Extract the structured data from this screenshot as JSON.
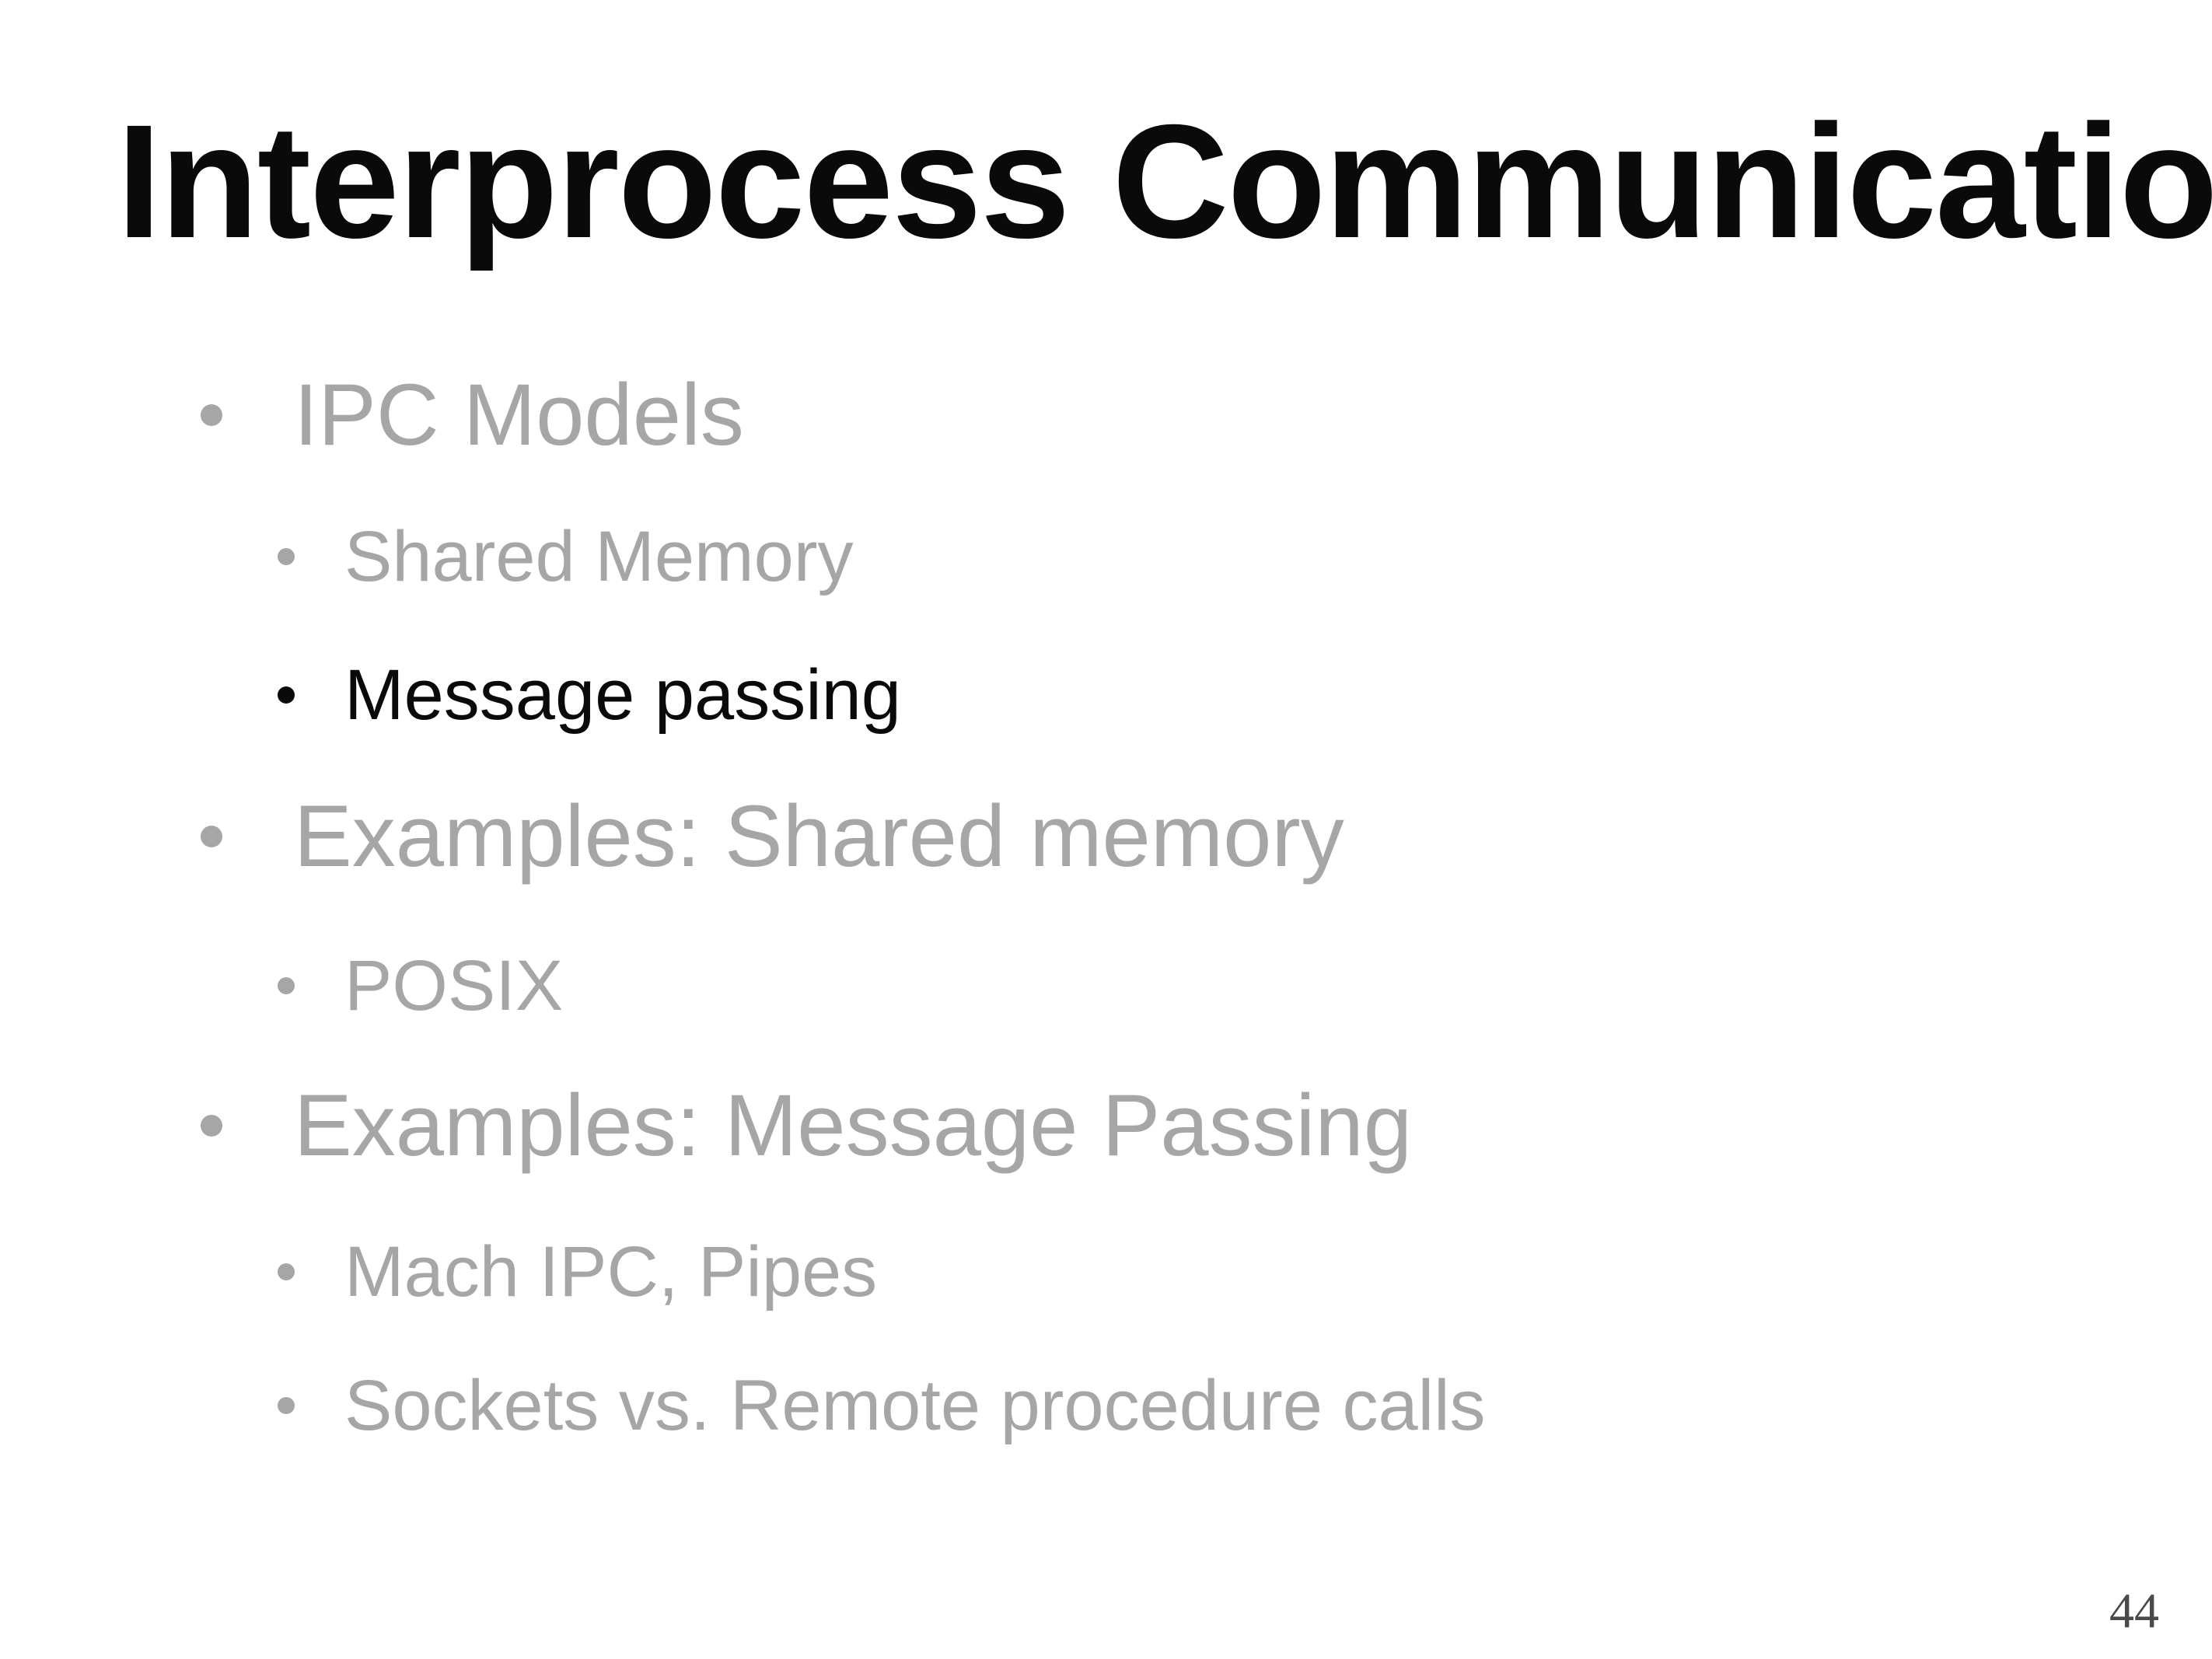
{
  "slide": {
    "title": "Interprocess Communication",
    "page_number": "44",
    "colors": {
      "title": "#0a0a0a",
      "active_text": "#0a0a0a",
      "dimmed_text": "#a6a6a6"
    },
    "bullets": [
      {
        "level": 1,
        "text": "IPC Models",
        "state": "dimmed"
      },
      {
        "level": 2,
        "text": "Shared Memory",
        "state": "dimmed"
      },
      {
        "level": 2,
        "text": "Message passing",
        "state": "active"
      },
      {
        "level": 1,
        "text": "Examples: Shared memory",
        "state": "dimmed"
      },
      {
        "level": 2,
        "text": "POSIX",
        "state": "dimmed"
      },
      {
        "level": 1,
        "text": "Examples: Message Passing",
        "state": "dimmed"
      },
      {
        "level": 2,
        "text": "Mach IPC, Pipes",
        "state": "dimmed"
      },
      {
        "level": 2,
        "text": "Sockets vs. Remote procedure calls",
        "state": "dimmed"
      }
    ]
  }
}
